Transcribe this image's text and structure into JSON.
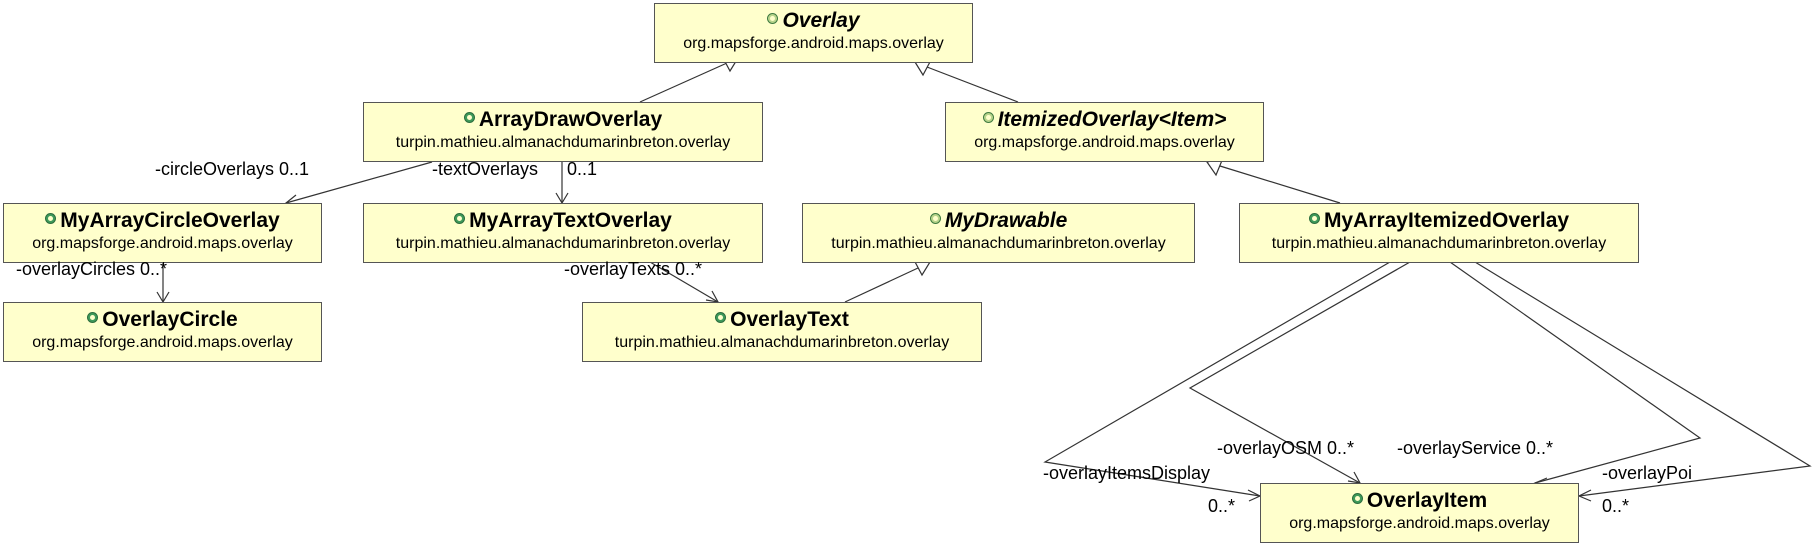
{
  "classes": {
    "overlay": {
      "name": "Overlay",
      "package": "org.mapsforge.android.maps.overlay"
    },
    "array_draw_overlay": {
      "name": "ArrayDrawOverlay",
      "package": "turpin.mathieu.almanachdumarinbreton.overlay"
    },
    "itemized_overlay": {
      "name": "ItemizedOverlay<Item>",
      "package": "org.mapsforge.android.maps.overlay"
    },
    "my_array_circle_overlay": {
      "name": "MyArrayCircleOverlay",
      "package": "org.mapsforge.android.maps.overlay"
    },
    "my_array_text_overlay": {
      "name": "MyArrayTextOverlay",
      "package": "turpin.mathieu.almanachdumarinbreton.overlay"
    },
    "my_drawable": {
      "name": "MyDrawable",
      "package": "turpin.mathieu.almanachdumarinbreton.overlay"
    },
    "my_array_itemized_overlay": {
      "name": "MyArrayItemizedOverlay",
      "package": "turpin.mathieu.almanachdumarinbreton.overlay"
    },
    "overlay_circle": {
      "name": "OverlayCircle",
      "package": "org.mapsforge.android.maps.overlay"
    },
    "overlay_text": {
      "name": "OverlayText",
      "package": "turpin.mathieu.almanachdumarinbreton.overlay"
    },
    "overlay_item": {
      "name": "OverlayItem",
      "package": "org.mapsforge.android.maps.overlay"
    }
  },
  "labels": {
    "circle_overlays": "-circleOverlays  0..1",
    "text_overlays_role": "-textOverlays",
    "text_overlays_mult": "0..1",
    "overlay_circles": "-overlayCircles  0..*",
    "overlay_texts": "-overlayTexts  0..*",
    "overlay_osm": "-overlayOSM  0..*",
    "overlay_service": "-overlayService  0..*",
    "overlay_items_display": "-overlayItemsDisplay",
    "overlay_items_display_mult": "0..*",
    "overlay_poi": "-overlayPoi",
    "overlay_poi_mult": "0..*"
  }
}
